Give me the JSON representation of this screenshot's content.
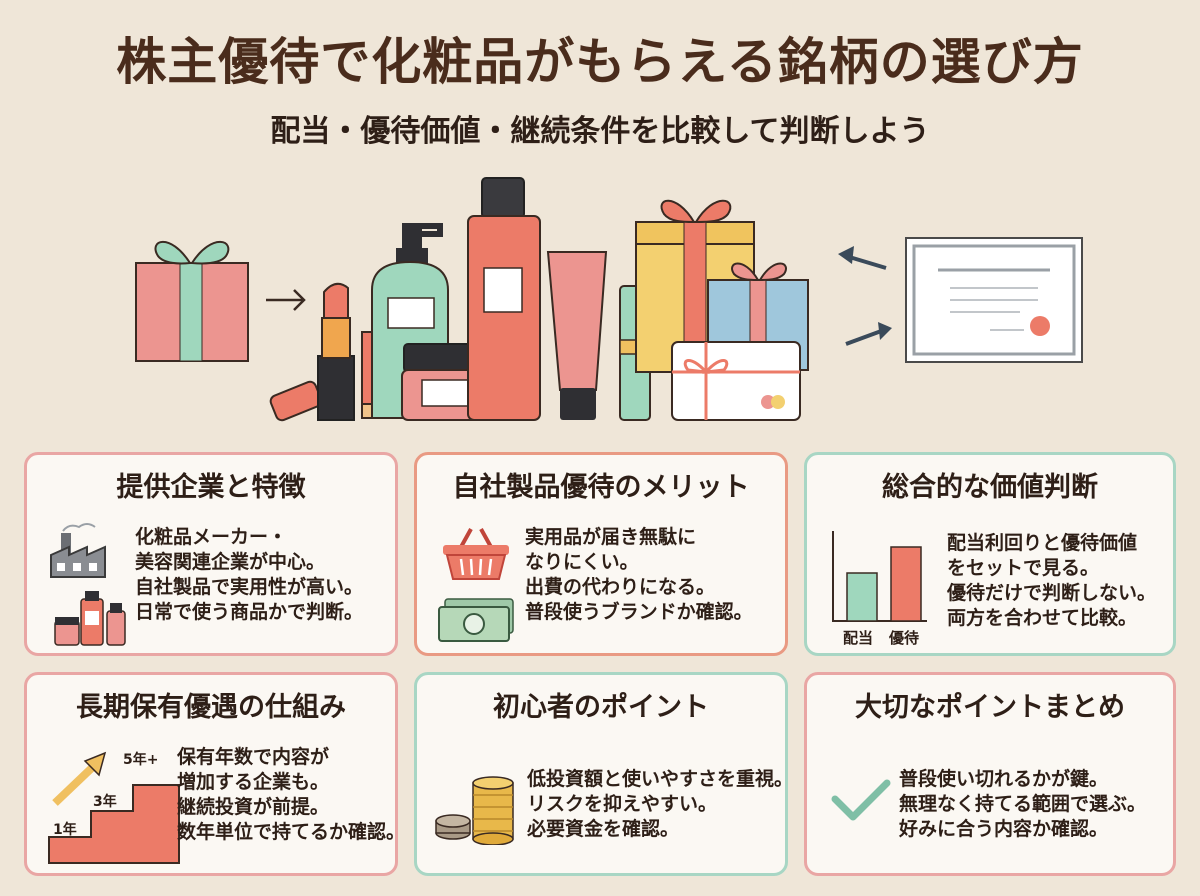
{
  "header": {
    "title": "株主優待で化粧品がもらえる銘柄の選び方",
    "subtitle": "配当・優待価値・継続条件を比較して判断しよう"
  },
  "cards": [
    {
      "title": "提供企業と特徴",
      "lines": [
        "化粧品メーカー・",
        "美容関連企業が中心。",
        "自社製品で実用性が高い。",
        "日常で使う商品かで判断。"
      ],
      "icons": [
        "factory-icon",
        "cosmetics-icon"
      ]
    },
    {
      "title": "自社製品優待のメリット",
      "lines": [
        "実用品が届き無駄に",
        "なりにくい。",
        "出費の代わりになる。",
        "普段使うブランドか確認。"
      ],
      "icons": [
        "shopping-basket-icon",
        "banknote-icon"
      ]
    },
    {
      "title": "総合的な価値判断",
      "lines": [
        "配当利回りと優待価値",
        "をセットで見る。",
        "優待だけで判断しない。",
        "両方を合わせて比較。"
      ],
      "icons": [
        "bar-chart-icon"
      ],
      "chart_labels": [
        "配当",
        "優待"
      ]
    },
    {
      "title": "長期保有優遇の仕組み",
      "lines": [
        "保有年数で内容が",
        "増加する企業も。",
        "継続投資が前提。",
        "数年単位で持てるか確認。"
      ],
      "icons": [
        "staircase-arrow-icon"
      ],
      "steps": [
        "1年",
        "3年",
        "5年+"
      ]
    },
    {
      "title": "初心者のポイント",
      "lines": [
        "低投資額と使いやすさを重視。",
        "リスクを抑えやすい。",
        "必要資金を確認。"
      ],
      "icons": [
        "coin-stack-icon"
      ]
    },
    {
      "title": "大切なポイントまとめ",
      "lines": [
        "普段使い切れるかが鍵。",
        "無理なく持てる範囲で選ぶ。",
        "好みに合う内容か確認。"
      ],
      "icons": [
        "checkmark-icon"
      ]
    }
  ],
  "colors": {
    "background": "#efe6d8",
    "coral": "#ec7b68",
    "pink": "#ec9590",
    "mint": "#9fd7bd",
    "yellow": "#f3d070",
    "blue": "#9fc7dc",
    "border_pink": "#e9a6a4",
    "border_mint": "#a8d6c4"
  },
  "hero_icons": [
    "gift-box-icon",
    "arrow-right-icon",
    "lipstick-icon",
    "pump-bottle-icon",
    "cream-jar-icon",
    "tall-bottle-icon",
    "tube-icon",
    "gift-card-icon",
    "arrow-left-icon",
    "certificate-icon"
  ]
}
